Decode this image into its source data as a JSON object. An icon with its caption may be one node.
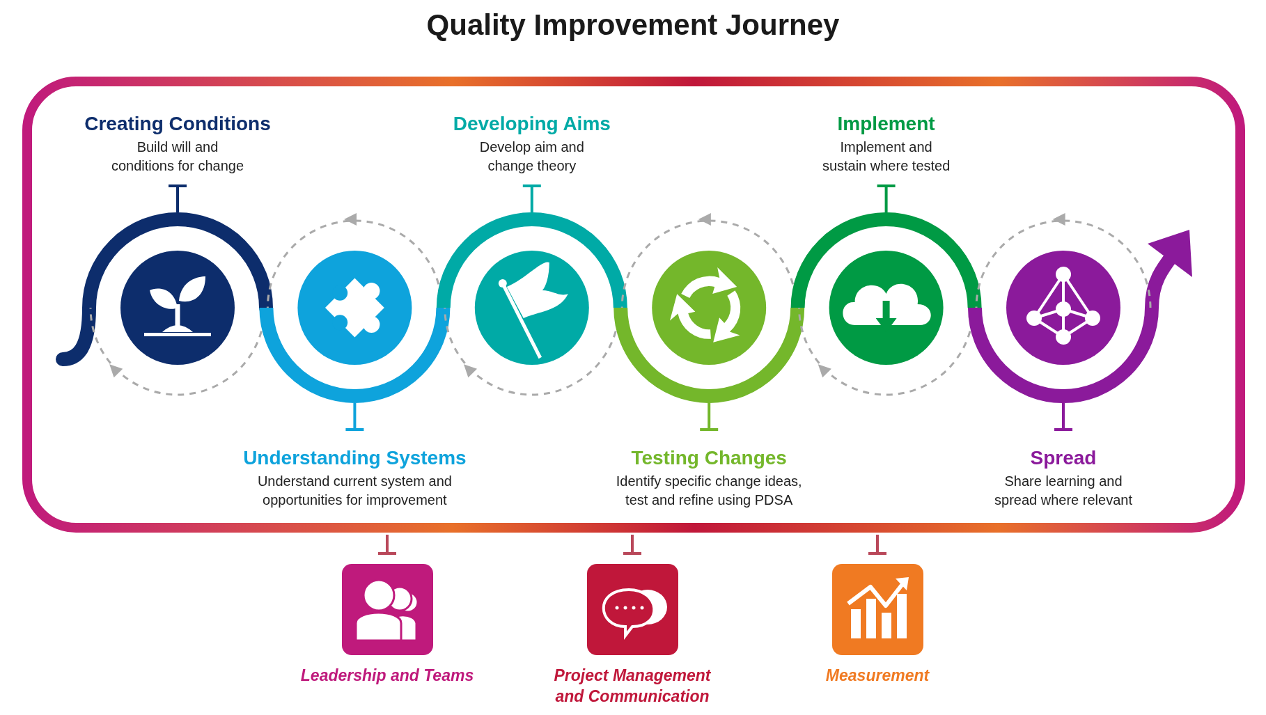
{
  "diagram": {
    "title": "Quality Improvement Journey",
    "nodes": [
      {
        "text": [],
        "shape": "box"
      },
      {
        "text": [
          "Creating Conditions",
          "Build will and conditions for change"
        ],
        "in": 0
      },
      {
        "text": [
          "Understanding Systems",
          "Understand current system and opportunities for improvement"
        ],
        "in": 0
      },
      {
        "text": [
          "Developing Aims",
          "Develop aim and change theory"
        ],
        "in": 0
      },
      {
        "text": [
          "Testing Changes",
          "Identify specific change ideas, test and refine using PDSA"
        ],
        "in": 0
      },
      {
        "text": [
          "Implement",
          "Implement and sustain where tested"
        ],
        "in": 0
      },
      {
        "text": [
          "Spread",
          "Share learning and spread where relevant"
        ],
        "in": 0
      },
      {
        "text": [
          "Leadership and Teams"
        ]
      },
      {
        "text": [
          "Project Management and Communication"
        ]
      },
      {
        "text": [
          "Measurement"
        ]
      }
    ]
  }
}
